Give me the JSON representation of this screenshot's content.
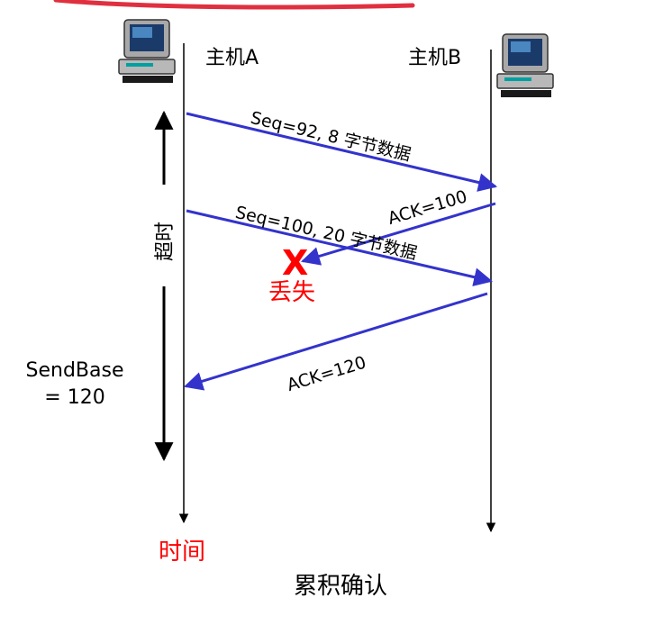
{
  "hosts": {
    "a": "主机A",
    "b": "主机B"
  },
  "messages": {
    "seq92": "Seq=92, 8 字节数据",
    "seq100": "Seq=100, 20 字节数据",
    "ack100": "ACK=100",
    "ack120": "ACK=120"
  },
  "loss": {
    "mark": "X",
    "label": "丢失"
  },
  "timeout_label": "超时",
  "sendbase": {
    "line1": "SendBase",
    "line2": "= 120"
  },
  "time_label": "时间",
  "caption": "累积确认",
  "colors": {
    "arrow": "#3333cc",
    "loss": "#ff0000",
    "header_stroke": "#e03040"
  },
  "icons": [
    "computer-icon",
    "computer-icon"
  ]
}
